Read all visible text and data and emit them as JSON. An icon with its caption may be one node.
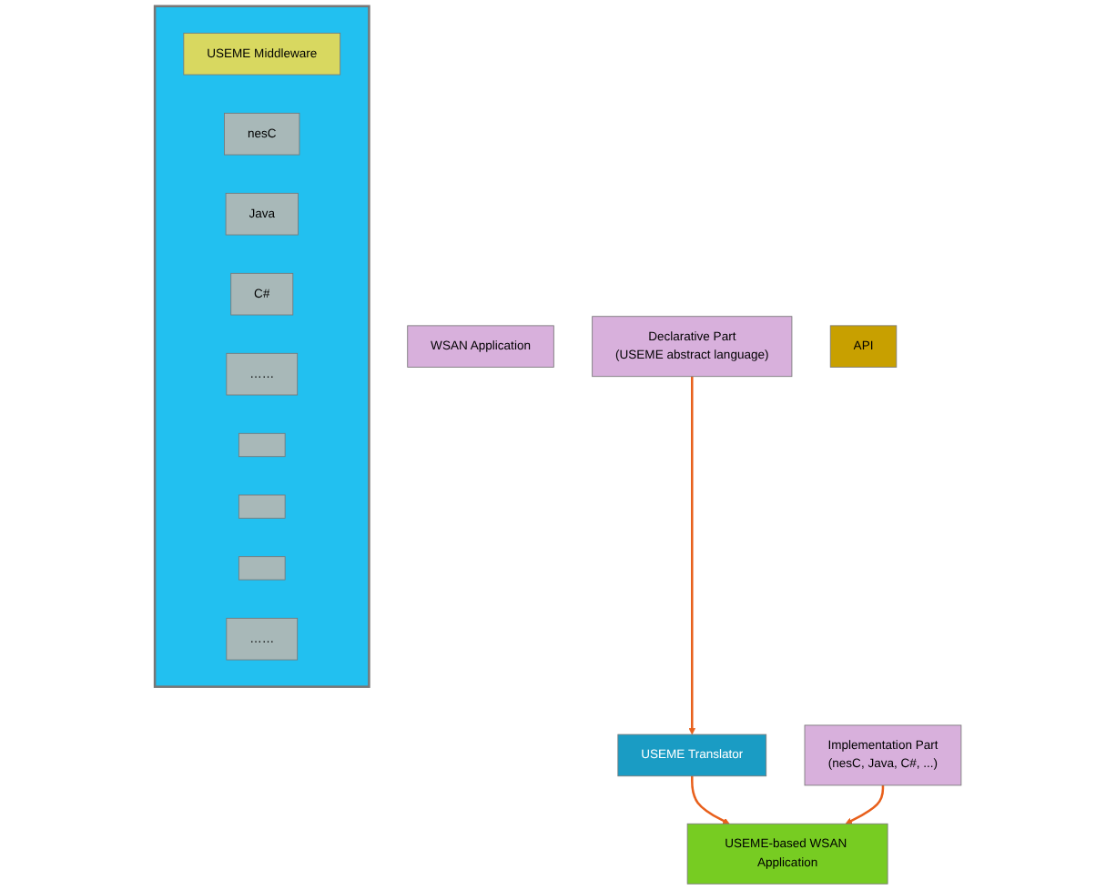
{
  "diagram": {
    "nodes": [
      {
        "text": [
          "WSAN Application"
        ]
      },
      {
        "text": [
          "Declarative Part",
          "(USEME abstract language)"
        ]
      },
      {
        "text": [
          "Implementation Part",
          "(nesC, Java, C#, ...)"
        ]
      },
      {
        "text": [
          "USEME Translator"
        ]
      },
      {
        "text": [
          "USEME-based WSAN Application"
        ]
      },
      {
        "text": [
          "API"
        ]
      },
      {
        "text": [],
        "shape": "box"
      },
      {
        "text": [
          "USEME Middleware"
        ],
        "in": 6
      },
      {
        "text": [
          "nesC"
        ],
        "in": 6
      },
      {
        "text": [
          "Java"
        ],
        "in": 6
      },
      {
        "text": [
          "C#"
        ],
        "in": 6
      },
      {
        "text": [
          "……"
        ],
        "in": 6
      },
      {
        "text": [],
        "shape": "box",
        "in": 6
      },
      {
        "text": [],
        "shape": "box",
        "in": 6
      },
      {
        "text": [],
        "shape": "box",
        "in": 6
      },
      {
        "text": [
          "……"
        ],
        "in": 6
      }
    ],
    "edges": [
      {
        "from": 1,
        "to": 3,
        "arrow": "to"
      },
      {
        "from": 3,
        "to": 4,
        "arrow": "to"
      },
      {
        "from": 2,
        "to": 4,
        "arrow": "to"
      }
    ]
  }
}
